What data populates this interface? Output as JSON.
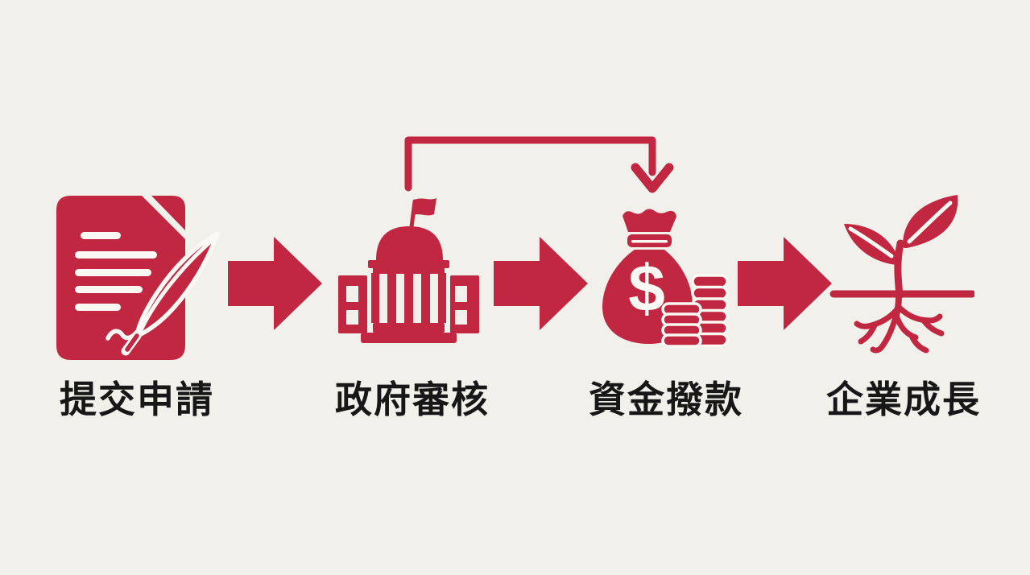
{
  "diagram": {
    "type": "process-flow",
    "direction": "left-to-right",
    "steps": [
      {
        "label": "提交申請",
        "icon": "document-quill-icon"
      },
      {
        "label": "政府審核",
        "icon": "government-building-icon"
      },
      {
        "label": "資金撥款",
        "icon": "money-bag-icon"
      },
      {
        "label": "企業成長",
        "icon": "seedling-growth-icon"
      }
    ],
    "connectors": {
      "flow_arrow_count": 3,
      "flow_arrow_shape": "solid-block-arrow-right",
      "top_connector": {
        "from_step": "政府審核",
        "to_step": "資金撥款",
        "shape": "right-angle-arrow-down"
      }
    },
    "money_bag_symbol": "$"
  },
  "colors": {
    "accent": "#C12740",
    "background": "#F2F0EA",
    "detail_white": "#FAF8F3",
    "label_text": "#171717"
  }
}
